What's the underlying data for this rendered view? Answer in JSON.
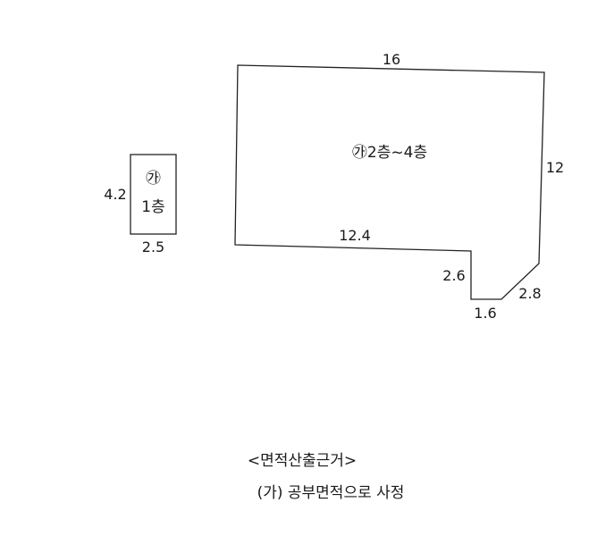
{
  "floor_plan": {
    "small_building": {
      "label_line1": "㉮",
      "label_line2": "1층",
      "dim_height": "4.2",
      "dim_width": "2.5"
    },
    "large_building": {
      "label": "㉮2층~4층",
      "dim_top": "16",
      "dim_right": "12",
      "dim_bottom": "12.4",
      "dim_notch_depth": "2.6",
      "dim_notch_width": "1.6",
      "dim_diagonal": "2.8"
    }
  },
  "caption": {
    "title": "<면적산출근거>",
    "note": "(가) 공부면적으로 사정"
  },
  "colors": {
    "line": "#222222",
    "text": "#1a1a1a",
    "background": "#ffffff"
  }
}
